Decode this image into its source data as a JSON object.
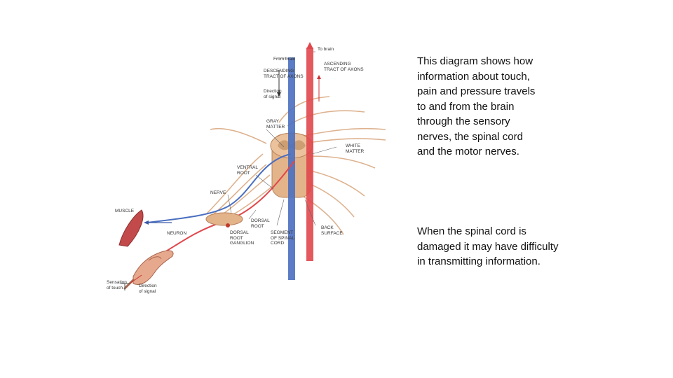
{
  "text": {
    "paragraph_1_lines": [
      "This diagram shows how",
      "information about touch,",
      "pain and pressure travels",
      "to and from the brain",
      "through the sensory",
      "nerves, the spinal cord",
      "and the motor nerves."
    ],
    "paragraph_2_lines": [
      "When the spinal cord is",
      "damaged it may have difficulty",
      "in transmitting information."
    ]
  },
  "diagram": {
    "labels": {
      "to_brain": "To brain",
      "from_brain": "From brain",
      "ascending": "Ascending\ntract of axons",
      "descending": "Descending\ntract of axons",
      "direction_signal_top": "Direction\nof signal",
      "gray_matter": "Gray\nmatter",
      "white_matter": "White\nmatter",
      "ventral_root": "Ventral\nroot",
      "nerve": "Nerve",
      "muscle": "Muscle",
      "neuron": "Neuron",
      "dorsal_root": "Dorsal\nroot",
      "dorsal_root_ganglion": "Dorsal\nroot\nganglion",
      "segment": "Segment\nof spinal\ncord",
      "back_surface": "Back\nsurface",
      "sensation": "Sensation\nof touch",
      "direction_signal_bottom": "Direction\nof signal"
    },
    "colors": {
      "tissue": "#e3b48a",
      "tissue_dark": "#b9825a",
      "gray_matter": "#c99a6e",
      "motor_tract": "#4a6fc0",
      "sensory_tract": "#e0474c",
      "muscle": "#c24a4a",
      "skin": "#e7a98e"
    }
  }
}
